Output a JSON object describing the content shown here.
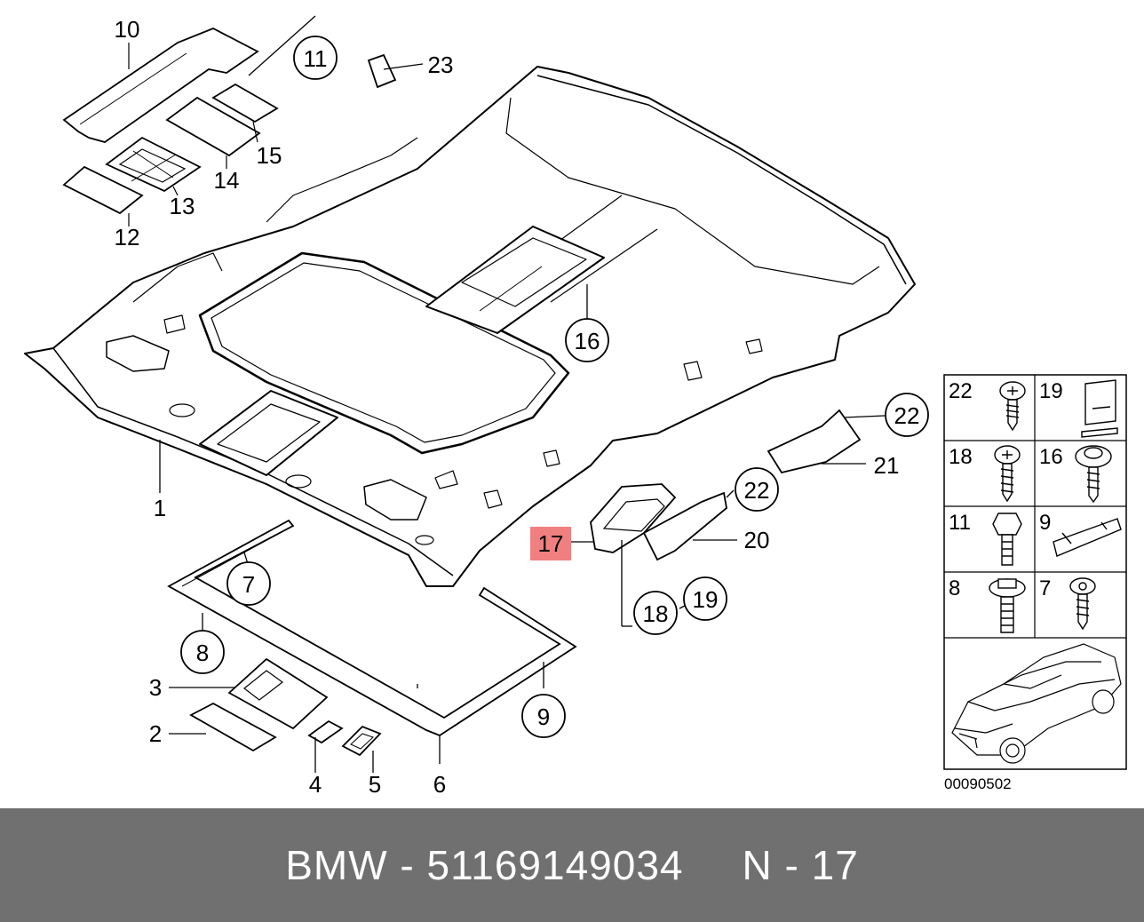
{
  "diagram": {
    "image_code": "00090502",
    "highlight_color": "#f08080",
    "callouts": [
      {
        "id": "c1",
        "label": "1",
        "circled": false
      },
      {
        "id": "c2",
        "label": "2",
        "circled": false
      },
      {
        "id": "c3",
        "label": "3",
        "circled": false
      },
      {
        "id": "c4",
        "label": "4",
        "circled": false
      },
      {
        "id": "c5",
        "label": "5",
        "circled": false
      },
      {
        "id": "c6",
        "label": "6",
        "circled": false
      },
      {
        "id": "c7",
        "label": "7",
        "circled": true
      },
      {
        "id": "c8",
        "label": "8",
        "circled": true
      },
      {
        "id": "c9",
        "label": "9",
        "circled": true
      },
      {
        "id": "c10",
        "label": "10",
        "circled": false
      },
      {
        "id": "c11",
        "label": "11",
        "circled": true
      },
      {
        "id": "c12",
        "label": "12",
        "circled": false
      },
      {
        "id": "c13",
        "label": "13",
        "circled": false
      },
      {
        "id": "c14",
        "label": "14",
        "circled": false
      },
      {
        "id": "c15",
        "label": "15",
        "circled": false
      },
      {
        "id": "c16",
        "label": "16",
        "circled": true
      },
      {
        "id": "c17",
        "label": "17",
        "circled": false,
        "highlighted": true
      },
      {
        "id": "c18",
        "label": "18",
        "circled": true
      },
      {
        "id": "c19",
        "label": "19",
        "circled": true
      },
      {
        "id": "c20",
        "label": "20",
        "circled": false
      },
      {
        "id": "c21",
        "label": "21",
        "circled": false
      },
      {
        "id": "c22a",
        "label": "22",
        "circled": true
      },
      {
        "id": "c22b",
        "label": "22",
        "circled": true
      },
      {
        "id": "c23",
        "label": "23",
        "circled": false
      }
    ],
    "fastener_table": [
      {
        "id": "t22",
        "label": "22",
        "icon": "screw-philips-icon"
      },
      {
        "id": "t19",
        "label": "19",
        "icon": "clip-plate-icon"
      },
      {
        "id": "t18",
        "label": "18",
        "icon": "screw-philips-long-icon"
      },
      {
        "id": "t16",
        "label": "16",
        "icon": "screw-washer-icon"
      },
      {
        "id": "t11",
        "label": "11",
        "icon": "hex-bolt-icon"
      },
      {
        "id": "t9",
        "label": "9",
        "icon": "bracket-strip-icon"
      },
      {
        "id": "t8",
        "label": "8",
        "icon": "collar-bolt-icon"
      },
      {
        "id": "t7",
        "label": "7",
        "icon": "tapping-screw-icon"
      }
    ]
  },
  "footer": {
    "brand": "BMW",
    "separator": "-",
    "part_number": "51169149034",
    "position": "N - 17"
  }
}
